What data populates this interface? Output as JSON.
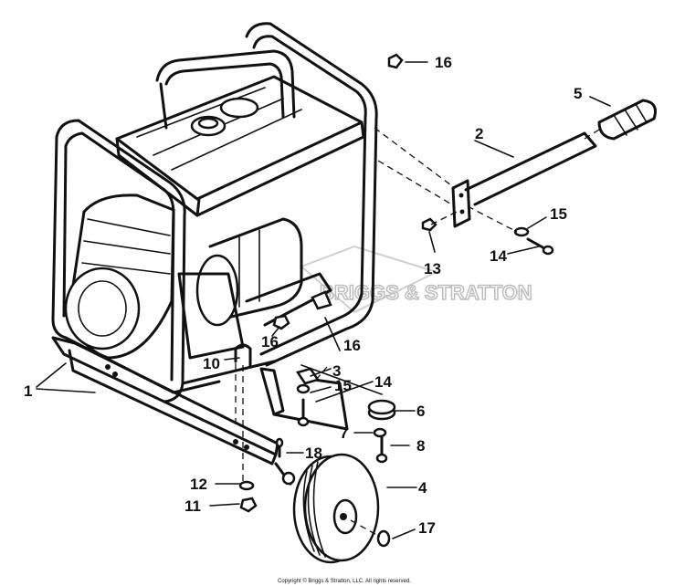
{
  "callouts": {
    "c1": "1",
    "c2": "2",
    "c3": "3",
    "c4": "4",
    "c5": "5",
    "c6": "6",
    "c7": "7",
    "c8": "8",
    "c10": "10",
    "c11": "11",
    "c12": "12",
    "c13": "13",
    "c14a": "14",
    "c14b": "14",
    "c15a": "15",
    "c15b": "15",
    "c16a": "16",
    "c16b": "16",
    "c16c": "16",
    "c17": "17",
    "c18": "18"
  },
  "copyright": "Copyright © Briggs & Stratton, LLC. All rights reserved.",
  "watermark": "BRIGGS & STRATTON"
}
